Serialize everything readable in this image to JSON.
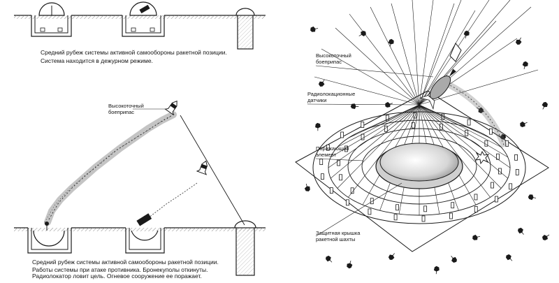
{
  "left_panel": {
    "caption_top": [
      "Средний рубеж системы активной самообороны ракетной позиции.",
      "Система находится в дежурном режиме."
    ],
    "label_munition": [
      "Высокоточный",
      "боеприпас"
    ],
    "caption_bottom": [
      "Средний рубеж системы активной самообороны ракетной позиции.",
      "Работы системы при атаке противника. Бронекуполы откинуты.",
      "Радиолокатор ловит цель. Огневое сооружение ее поражает."
    ]
  },
  "right_panel": {
    "label_munition": [
      "Высокоточный",
      "боеприпас"
    ],
    "label_radar": [
      "Радиолокационные",
      "датчики"
    ],
    "label_element": [
      "Поражающий",
      "элемент"
    ],
    "label_cover": [
      "Защитная крышка",
      "ракетной шахты"
    ]
  },
  "colors": {
    "ink": "#1a1a1a",
    "hatch": "#8a8a8a",
    "background": "#ffffff"
  }
}
